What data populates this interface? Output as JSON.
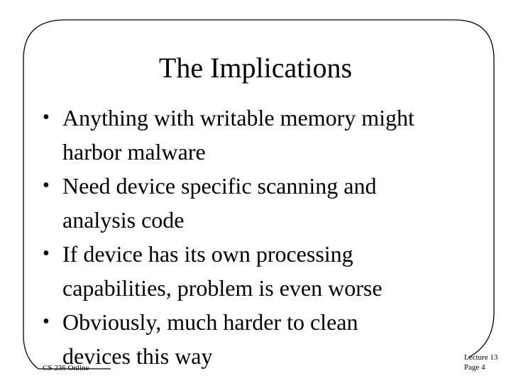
{
  "slide": {
    "title": "The Implications",
    "bullets": [
      {
        "line1": "Anything with writable memory might",
        "line2": "harbor malware"
      },
      {
        "line1": "Need device specific scanning and",
        "line2": "analysis code"
      },
      {
        "line1": "If device has its own processing",
        "line2": "capabilities, problem is even worse"
      },
      {
        "line1": "Obviously, much harder to clean",
        "line2": "devices this way"
      }
    ],
    "bullet_symbol": "•",
    "footer_left": "CS 236 Online",
    "footer_right_line1": "Lecture 13",
    "footer_right_line2": "Page 4"
  }
}
